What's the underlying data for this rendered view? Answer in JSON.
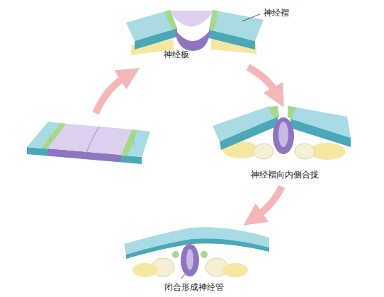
{
  "diagram": {
    "labels": [
      "神经褶",
      "神经板",
      "神经褶向内侧合拢",
      "闭合形成神经管"
    ]
  }
}
